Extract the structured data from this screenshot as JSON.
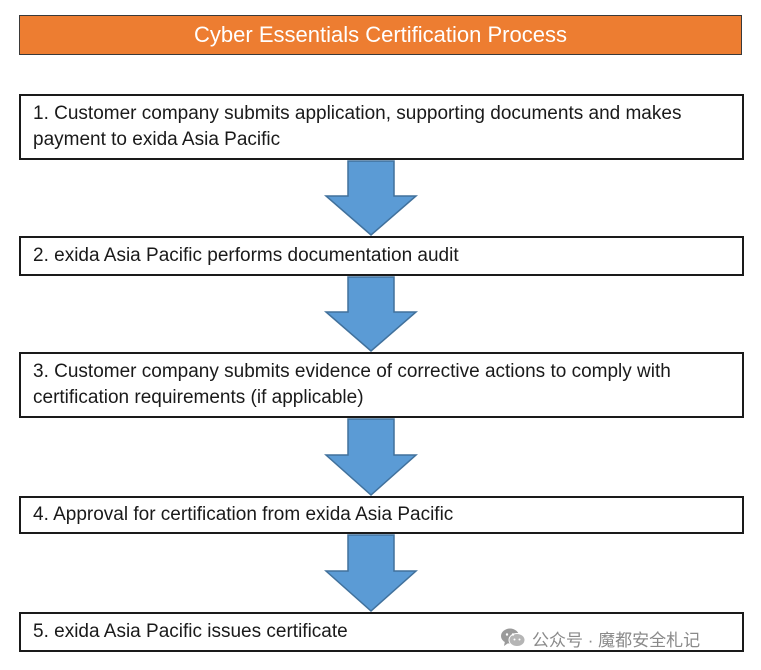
{
  "title": "Cyber Essentials Certification Process",
  "colors": {
    "title_fill": "#ED7D31",
    "arrow_fill": "#5B9BD5",
    "arrow_stroke": "#41719C",
    "box_border": "#1a1a1a"
  },
  "steps": [
    "1. Customer company submits application, supporting documents and makes payment to exida Asia Pacific",
    "2. exida Asia Pacific performs documentation audit",
    "3. Customer company submits evidence of corrective actions to comply with certification requirements (if applicable)",
    "4. Approval for certification from exida Asia Pacific",
    "5. exida Asia Pacific issues certificate"
  ],
  "watermark": {
    "icon": "wechat-icon",
    "text": "公众号 · 魔都安全札记"
  }
}
